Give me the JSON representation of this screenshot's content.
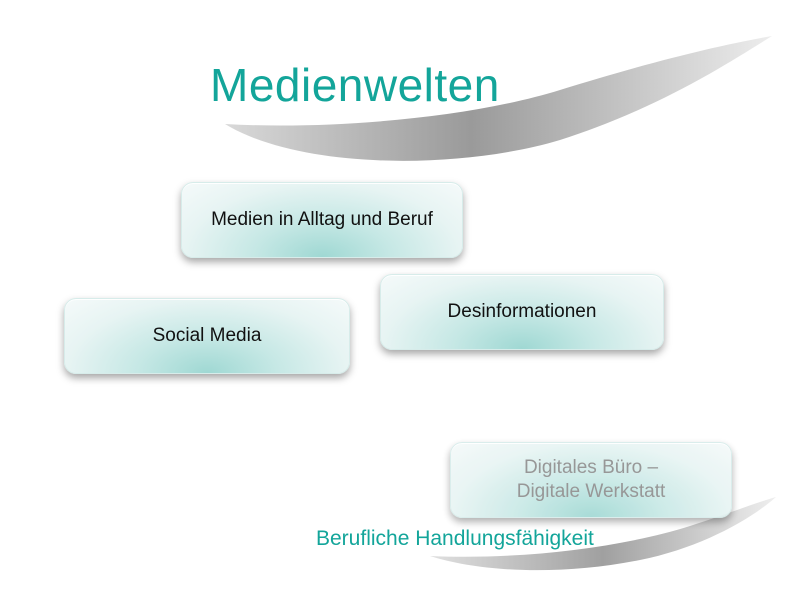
{
  "slide": {
    "title": "Medienwelten",
    "subtitle": "Berufliche Handlungsfähigkeit",
    "cards": {
      "medien": "Medien in Alltag und Beruf",
      "desinformationen": "Desinformationen",
      "social_media": "Social Media",
      "digital": "Digitales Büro –\nDigitale Werkstatt"
    }
  },
  "colors": {
    "accent": "#13a59a",
    "card_center": "#9fd8d3",
    "card_edge": "#f5fafa",
    "muted_text": "#8c8c8c"
  }
}
